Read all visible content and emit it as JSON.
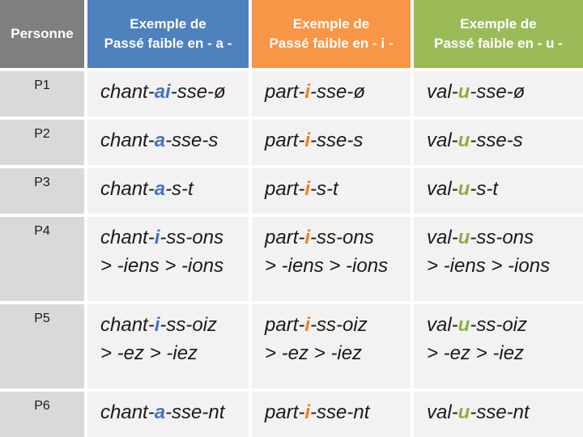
{
  "table": {
    "columns": [
      {
        "key": "personne",
        "title": "Personne",
        "color": "#7f7f7f"
      },
      {
        "key": "a",
        "title_line1": "Exemple de",
        "title_line2": "Passé faible en - a -",
        "color": "#4f81bd",
        "vowel_color": "#4472c4"
      },
      {
        "key": "i",
        "title_line1": "Exemple de",
        "title_line2": "Passé faible en - i -",
        "color": "#f79646",
        "vowel_color": "#f07f1f"
      },
      {
        "key": "u",
        "title_line1": "Exemple de",
        "title_line2": "Passé faible en - u -",
        "color": "#9bbb59",
        "vowel_color": "#8bb042"
      }
    ],
    "rows": [
      {
        "label": "P1",
        "cells": [
          {
            "pre": "chant-",
            "vowel": "ai",
            "post": "-sse-ø"
          },
          {
            "pre": "part-",
            "vowel": "i",
            "post": "-sse-ø"
          },
          {
            "pre": "val-",
            "vowel": "u",
            "post": "-sse-ø"
          }
        ]
      },
      {
        "label": "P2",
        "cells": [
          {
            "pre": "chant-",
            "vowel": "a",
            "post": "-sse-s"
          },
          {
            "pre": "part-",
            "vowel": "i",
            "post": "-sse-s"
          },
          {
            "pre": "val-",
            "vowel": "u",
            "post": "-sse-s"
          }
        ]
      },
      {
        "label": "P3",
        "cells": [
          {
            "pre": "chant-",
            "vowel": "a",
            "post": "-s-t"
          },
          {
            "pre": "part-",
            "vowel": "i",
            "post": "-s-t"
          },
          {
            "pre": "val-",
            "vowel": "u",
            "post": "-s-t"
          }
        ]
      },
      {
        "label": "P4",
        "cells": [
          {
            "pre": "chant-",
            "vowel": "i",
            "post": "-ss-ons",
            "line2": "> -iens > -ions"
          },
          {
            "pre": "part-",
            "vowel": "i",
            "post": "-ss-ons",
            "line2": "> -iens > -ions"
          },
          {
            "pre": "val-",
            "vowel": "u",
            "post": "-ss-ons",
            "line2": "> -iens > -ions"
          }
        ]
      },
      {
        "label": "P5",
        "cells": [
          {
            "pre": "chant-",
            "vowel": "i",
            "post": "-ss-oiz",
            "line2": "> -ez > -iez"
          },
          {
            "pre": "part-",
            "vowel": "i",
            "post": "-ss-oiz",
            "line2": "> -ez > -iez"
          },
          {
            "pre": "val-",
            "vowel": "u",
            "post": "-ss-oiz",
            "line2": "> -ez > -iez"
          }
        ]
      },
      {
        "label": "P6",
        "cells": [
          {
            "pre": "chant-",
            "vowel": "a",
            "post": "-sse-nt"
          },
          {
            "pre": "part-",
            "vowel": "i",
            "post": "-sse-nt"
          },
          {
            "pre": "val-",
            "vowel": "u",
            "post": "-sse-nt"
          }
        ]
      }
    ]
  }
}
